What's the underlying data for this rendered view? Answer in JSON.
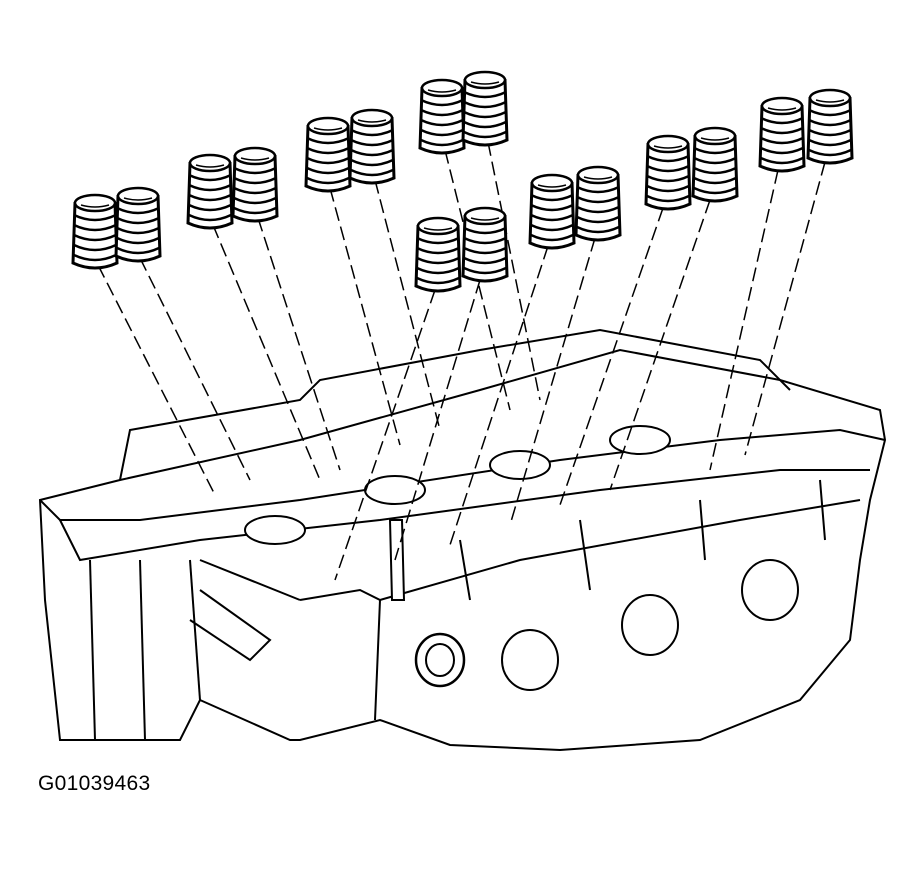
{
  "figure": {
    "code": "G01039463",
    "ink_color": "#000000",
    "background_color": "#ffffff",
    "spring_pairs": 8,
    "springs_per_pair": 2
  }
}
